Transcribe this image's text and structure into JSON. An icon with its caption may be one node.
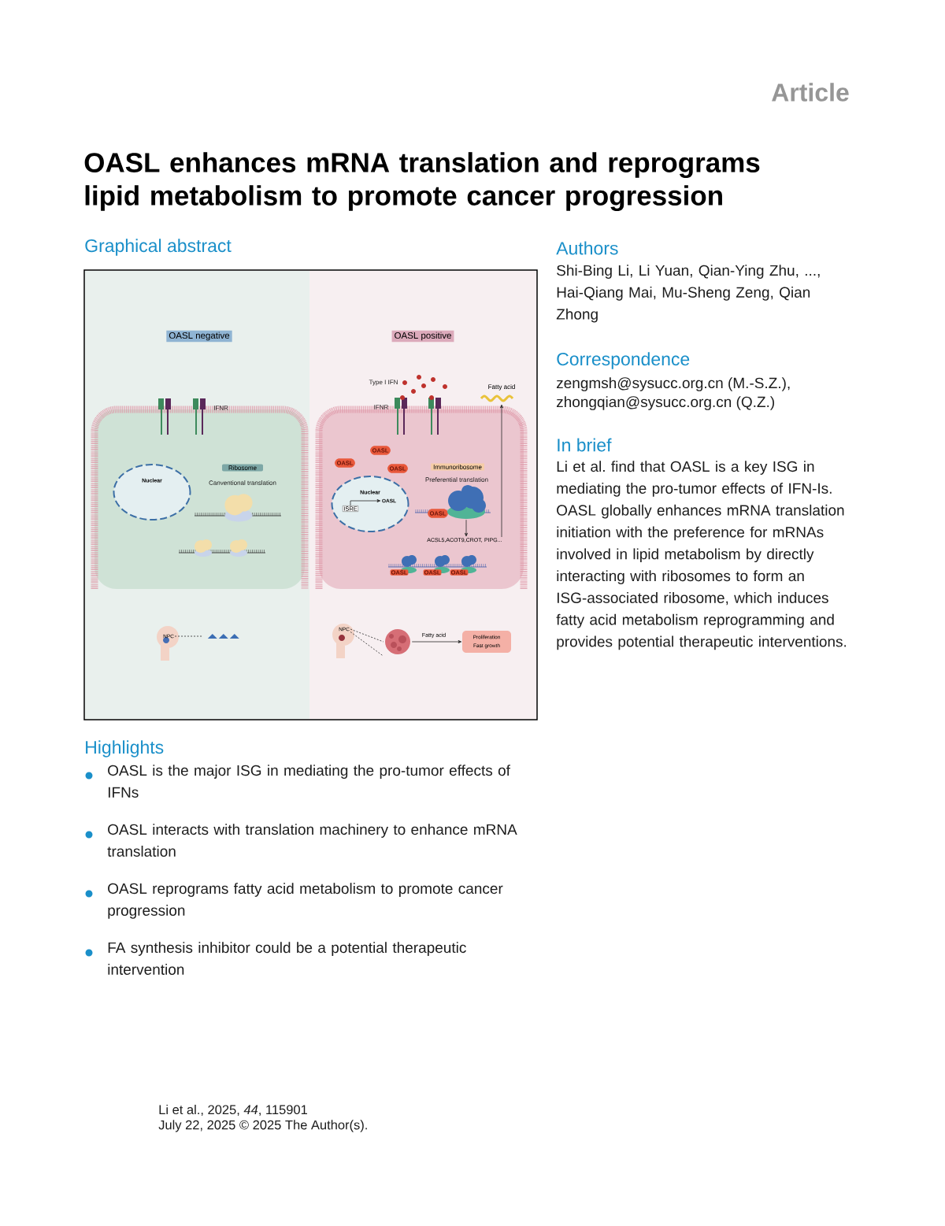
{
  "diagram": {
    "title": "OASL enhances mRNA translation and reprograms lipid metabolism to promote cancer progression",
    "nodes": [
      {
        "text": [
          "OASL negative"
        ]
      },
      {
        "text": [
          "Nuclear"
        ]
      },
      {
        "text": [
          "Ribosome"
        ]
      },
      {
        "text": [
          "OASL positive"
        ]
      },
      {
        "text": [
          "OASL"
        ]
      },
      {
        "text": [
          "OASL"
        ]
      },
      {
        "text": [
          "OASL"
        ]
      },
      {
        "text": [
          "Immunoribosome"
        ]
      },
      {
        "text": [
          "Nuclear"
        ]
      },
      {
        "text": [
          "ISRE"
        ],
        "in": 8
      },
      {
        "text": [
          "OASL"
        ],
        "in": 8
      },
      {
        "text": [
          "OASL"
        ]
      },
      {
        "text": [],
        "shape": "picture"
      },
      {
        "text": [
          "ACSL5,ACOT9,CROT, PIPG..."
        ]
      },
      {
        "text": [
          "Fatty acid"
        ]
      },
      {
        "text": [
          "OASL"
        ]
      },
      {
        "text": [
          "OASL"
        ]
      },
      {
        "text": [
          "OASL"
        ]
      },
      {
        "text": [
          "NPC"
        ]
      },
      {
        "text": [],
        "shape": "picture"
      },
      {
        "text": [
          "NPC"
        ]
      },
      {
        "text": [],
        "shape": "picture"
      },
      {
        "text": [
          "Proliferation",
          "Fast growth"
        ]
      }
    ],
    "edges": [
      {
        "from": 9,
        "to": 10,
        "arrow": "to"
      },
      {
        "from": 12,
        "to": 13,
        "arrow": "to"
      },
      {
        "from": 13,
        "to": 14,
        "arrow": "to"
      },
      {
        "from": 18,
        "to": 19,
        "arrow": "none",
        "style": "dashed"
      },
      {
        "from": 20,
        "to": 21,
        "arrow": "none",
        "style": "dashed"
      },
      {
        "from": 20,
        "to": 21,
        "arrow": "none",
        "style": "dashed"
      },
      {
        "from": 21,
        "to": 22,
        "arrow": "to",
        "label": "Fatty acid"
      }
    ],
    "labels": [
      "Article",
      "Graphical abstract",
      "IFNR",
      "Canventional translation",
      "Type I IFN",
      "IFNR",
      "Preferential translation",
      "Authors",
      "Shi-Bing Li, Li Yuan, Qian-Ying Zhu, ..., Hai-Qiang Mai, Mu-Sheng Zeng, Qian Zhong",
      "Correspondence",
      "zengmsh@sysucc.org.cn (M.-S.Z.),",
      "zhongqian@sysucc.org.cn (Q.Z.)",
      "In brief",
      "Li et al. find that OASL is a key ISG in mediating the pro-tumor effects of IFN-Is. OASL globally enhances mRNA translation initiation with the preference for mRNAs involved in lipid metabolism by directly interacting with ribosomes to form an ISG-associated ribosome, which induces fatty acid metabolism reprogramming and provides potential therapeutic interventions.",
      "Highlights",
      "OASL is the major ISG in mediating the pro-tumor effects of IFNs",
      "OASL interacts with translation machinery to enhance mRNA translation",
      "OASL reprograms fatty acid metabolism to promote cancer progression",
      "FA synthesis inhibitor could be a potential therapeutic intervention",
      "Li et al., 2025, *44*, 115901",
      "July 22, 2025 © 2025 The Author(s)."
    ]
  }
}
